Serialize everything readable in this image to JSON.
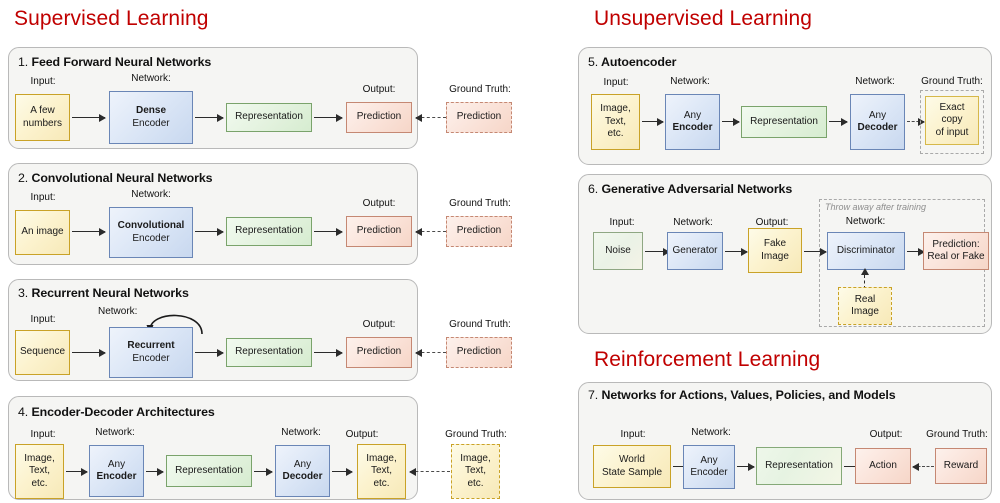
{
  "headings": {
    "supervised": "Supervised Learning",
    "unsupervised": "Unsupervised Learning",
    "reinforcement": "Reinforcement Learning"
  },
  "labels": {
    "input": "Input:",
    "network": "Network:",
    "output": "Output:",
    "ground_truth": "Ground Truth:",
    "throw_away": "Throw away after training"
  },
  "colors": {
    "heading": "#c00000",
    "panel_bg": "#f5f5f3",
    "panel_border": "#b9b9b9",
    "input_box": "#fcf3cf",
    "network_box": "#dbe6f6",
    "representation_box": "#e3f2de",
    "prediction_box": "#fae2d8"
  },
  "panels": [
    {
      "num": "1.",
      "title": "Feed Forward Neural Networks",
      "input": {
        "line1": "A few",
        "line2": "numbers"
      },
      "encoder": {
        "line1": "Dense",
        "line2": "Encoder"
      },
      "representation": "Representation",
      "output": "Prediction",
      "ground_truth": "Prediction"
    },
    {
      "num": "2.",
      "title": "Convolutional Neural Networks",
      "input": {
        "line1": "An image",
        "line2": ""
      },
      "encoder": {
        "line1": "Convolutional",
        "line2": "Encoder"
      },
      "representation": "Representation",
      "output": "Prediction",
      "ground_truth": "Prediction"
    },
    {
      "num": "3.",
      "title": "Recurrent Neural Networks",
      "input": {
        "line1": "Sequence",
        "line2": ""
      },
      "encoder": {
        "line1": "Recurrent",
        "line2": "Encoder"
      },
      "representation": "Representation",
      "output": "Prediction",
      "ground_truth": "Prediction"
    },
    {
      "num": "4.",
      "title": "Encoder-Decoder Architectures",
      "input": {
        "line1": "Image,",
        "line2": "Text,",
        "line3": "etc."
      },
      "encoder": {
        "line1": "Any",
        "line2": "Encoder"
      },
      "representation": "Representation",
      "decoder": {
        "line1": "Any",
        "line2": "Decoder"
      },
      "output": {
        "line1": "Image,",
        "line2": "Text,",
        "line3": "etc."
      },
      "ground_truth": {
        "line1": "Image,",
        "line2": "Text,",
        "line3": "etc."
      }
    },
    {
      "num": "5.",
      "title": "Autoencoder",
      "input": {
        "line1": "Image,",
        "line2": "Text,",
        "line3": "etc."
      },
      "encoder": {
        "line1": "Any",
        "line2": "Encoder"
      },
      "representation": "Representation",
      "decoder": {
        "line1": "Any",
        "line2": "Decoder"
      },
      "ground_truth": {
        "line1": "Exact copy",
        "line2": "of input"
      }
    },
    {
      "num": "6.",
      "title": "Generative Adversarial Networks",
      "input": "Noise",
      "generator": "Generator",
      "fake": {
        "line1": "Fake",
        "line2": "Image"
      },
      "discriminator": "Discriminator",
      "prediction": {
        "line1": "Prediction:",
        "line2": "Real or Fake"
      },
      "real": {
        "line1": "Real",
        "line2": "Image"
      }
    },
    {
      "num": "7.",
      "title": "Networks for Actions, Values, Policies, and Models",
      "input": {
        "line1": "World",
        "line2": "State Sample"
      },
      "encoder": {
        "line1": "Any",
        "line2": "Encoder"
      },
      "representation": "Representation",
      "output": "Action",
      "ground_truth": "Reward"
    }
  ]
}
